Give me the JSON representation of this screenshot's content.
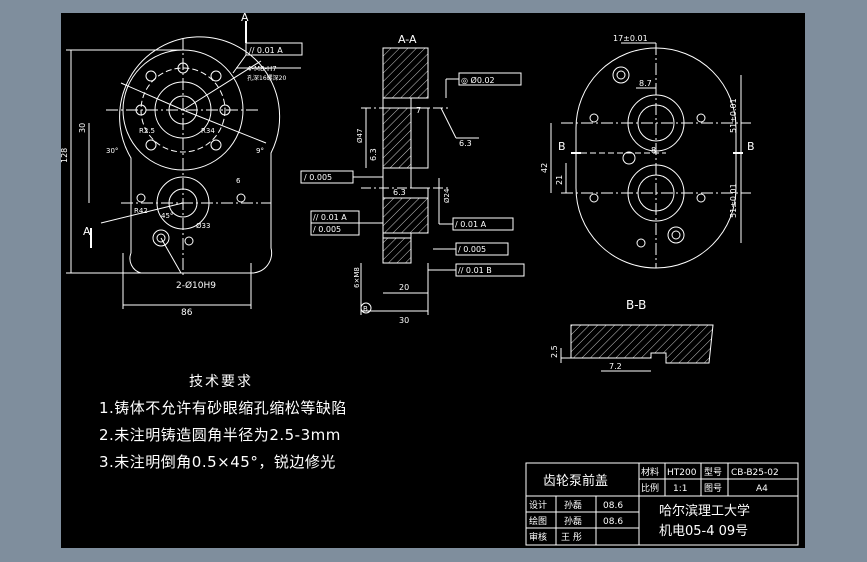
{
  "views": {
    "section_aa": "A-A",
    "section_bb": "B-B",
    "mark_a": "A",
    "mark_b": "B"
  },
  "dimensions": {
    "d86": "86",
    "d128": "128",
    "d30_left": "30",
    "d20": "20",
    "d30_mid": "30",
    "d63_a": "6.3",
    "d63_b": "6.3",
    "d63_c": "6.3",
    "d7": "7",
    "d17": "17±0.01",
    "d87": "8.7",
    "d8": "8",
    "d51_top": "51±0.01",
    "d51_bot": "51±0.01",
    "d42": "42",
    "d21": "21",
    "d72": "7.2",
    "d25": "2.5",
    "holes_2": "2-Ø10H9",
    "holes_4": "4-M8-H7",
    "holes_4b": "孔深16螺深20",
    "m8": "6×M8",
    "r25": "R2.5",
    "r42": "R42",
    "r34": "R34",
    "r6": "6",
    "ang9": "9°",
    "ang45": "45°",
    "ang30": "30°",
    "d47": "Ø47",
    "d24": "Ø24",
    "d33": "Ø33"
  },
  "tolerances": {
    "par_001_a": "//  0.01  A",
    "perp_0005": "/  0.005",
    "par_001_b": "//  0.01  A",
    "perp_0005_b": "/  0.005",
    "conc": "◎  Ø0.02",
    "perp_001_a": "/  0.01  A",
    "perp_0005_c": "/  0.005",
    "par_001_bb": "//  0.01  B"
  },
  "notes": {
    "heading": "技术要求",
    "items": [
      "1.铸体不允许有砂眼缩孔缩松等缺陷",
      "2.未注明铸造圆角半径为2.5-3mm",
      "3.未注明倒角0.5×45°，锐边修光"
    ]
  },
  "title_block": {
    "part_name": "齿轮泵前盖",
    "material_label": "材料",
    "material": "HT200",
    "scale_label": "比例",
    "scale": "1:1",
    "model_label": "型号",
    "drawing_no_label": "图号",
    "code": "CB-B25-02",
    "sheet_size": "A4",
    "designer_label": "设计",
    "designer": "孙磊",
    "design_date": "08.6",
    "drafter_label": "绘图",
    "drafter": "孙磊",
    "draft_date": "08.6",
    "checker_label": "审核",
    "checker": "王  彤",
    "school": "哈尔滨理工大学",
    "class": "机电05-4  09号"
  },
  "colors": {
    "background": "#7f8e9d",
    "sheet": "#000000",
    "line": "#ffffff"
  }
}
